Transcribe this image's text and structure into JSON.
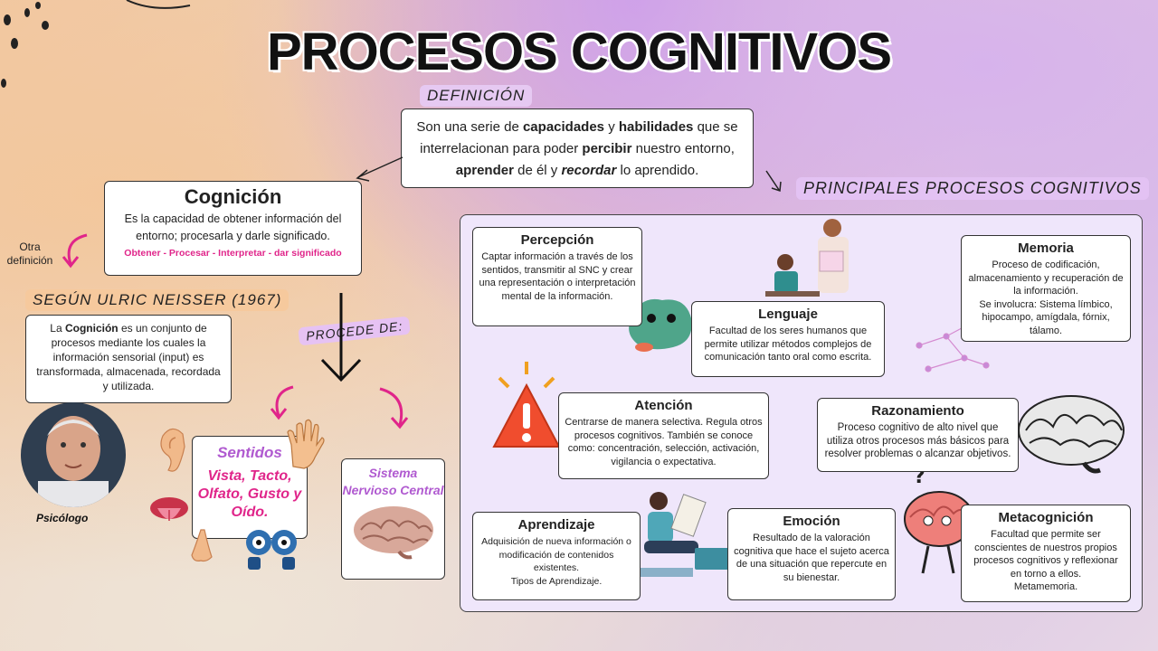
{
  "title": "PROCESOS COGNITIVOS",
  "definicion_tag": "DEFINICIÓN",
  "definicion": {
    "p1": "Son una serie de ",
    "b1": "capacidades",
    "p2": " y ",
    "b2": "habilidades",
    "p3": " que se interrelacionan para poder ",
    "b3": "percibir",
    "p4": " nuestro entorno, ",
    "b4": "aprender",
    "p5": " de él y ",
    "b5": "recordar",
    "p6": " lo aprendido."
  },
  "cognicion": {
    "title": "Cognición",
    "desc": "Es la capacidad de obtener información del entorno; procesarla y darle significado.",
    "pasos": "Obtener - Procesar - Interpretar - dar significado"
  },
  "otra_definicion": "Otra definición",
  "neisser_tag": "SEGÚN ULRIC NEISSER (1967)",
  "neisser": {
    "p1": "La ",
    "b1": "Cognición",
    "p2": " es un conjunto de procesos mediante los cuales la información sensorial (input) es transformada, almacenada, recordada y utilizada."
  },
  "psicologo": "Psicólogo",
  "procede_tag": "PROCEDE DE:",
  "sentidos": {
    "title": "Sentidos",
    "desc": "Vista, Tacto, Olfato, Gusto y Oído."
  },
  "snc": "Sistema Nervioso Central",
  "principales_tag": "PRINCIPALES PROCESOS COGNITIVOS",
  "procesos": {
    "percepcion": {
      "title": "Percepción",
      "desc": "Captar información a través de los sentidos, transmitir al SNC y crear una representación o interpretación mental de la información."
    },
    "lenguaje": {
      "title": "Lenguaje",
      "desc": "Facultad de los seres humanos que permite utilizar métodos complejos de comunicación tanto oral como escrita."
    },
    "memoria": {
      "title": "Memoria",
      "desc": "Proceso de codificación, almacenamiento y recuperación de la información.",
      "desc2": "Se involucra: Sistema límbico, hipocampo, amígdala, fórnix, tálamo."
    },
    "atencion": {
      "title": "Atención",
      "desc": "Centrarse de manera selectiva. Regula otros procesos cognitivos. También se conoce como: concentración, selección, activación, vigilancia o expectativa."
    },
    "razonamiento": {
      "title": "Razonamiento",
      "desc": "Proceso cognitivo de alto nivel que utiliza otros procesos más básicos para resolver problemas o alcanzar objetivos."
    },
    "aprendizaje": {
      "title": "Aprendizaje",
      "desc": "Adquisición de nueva información o modificación de contenidos existentes.",
      "desc2": "Tipos de Aprendizaje."
    },
    "emocion": {
      "title": "Emoción",
      "desc": "Resultado de la valoración cognitiva que hace el sujeto acerca de una situación que repercute en su bienestar."
    },
    "metacognicion": {
      "title": "Metacognición",
      "desc": "Facultad que permite ser conscientes de nuestros propios procesos cognitivos y reflexionar en torno a ellos.",
      "desc2": "Metamemoria."
    }
  },
  "colors": {
    "accent_pink": "#e0258a",
    "accent_purple": "#b05ad0",
    "panel_bg": "#efe6fb"
  },
  "icons": [
    "arrow-icon",
    "curved-arrow-icon",
    "ear-icon",
    "hand-icon",
    "tongue-icon",
    "nose-icon",
    "binoculars-icon",
    "brain-icon",
    "warning-icon",
    "neuron-icon",
    "teacher-student-icon",
    "reading-person-icon",
    "thinking-brain-icon",
    "psychologist-photo"
  ]
}
